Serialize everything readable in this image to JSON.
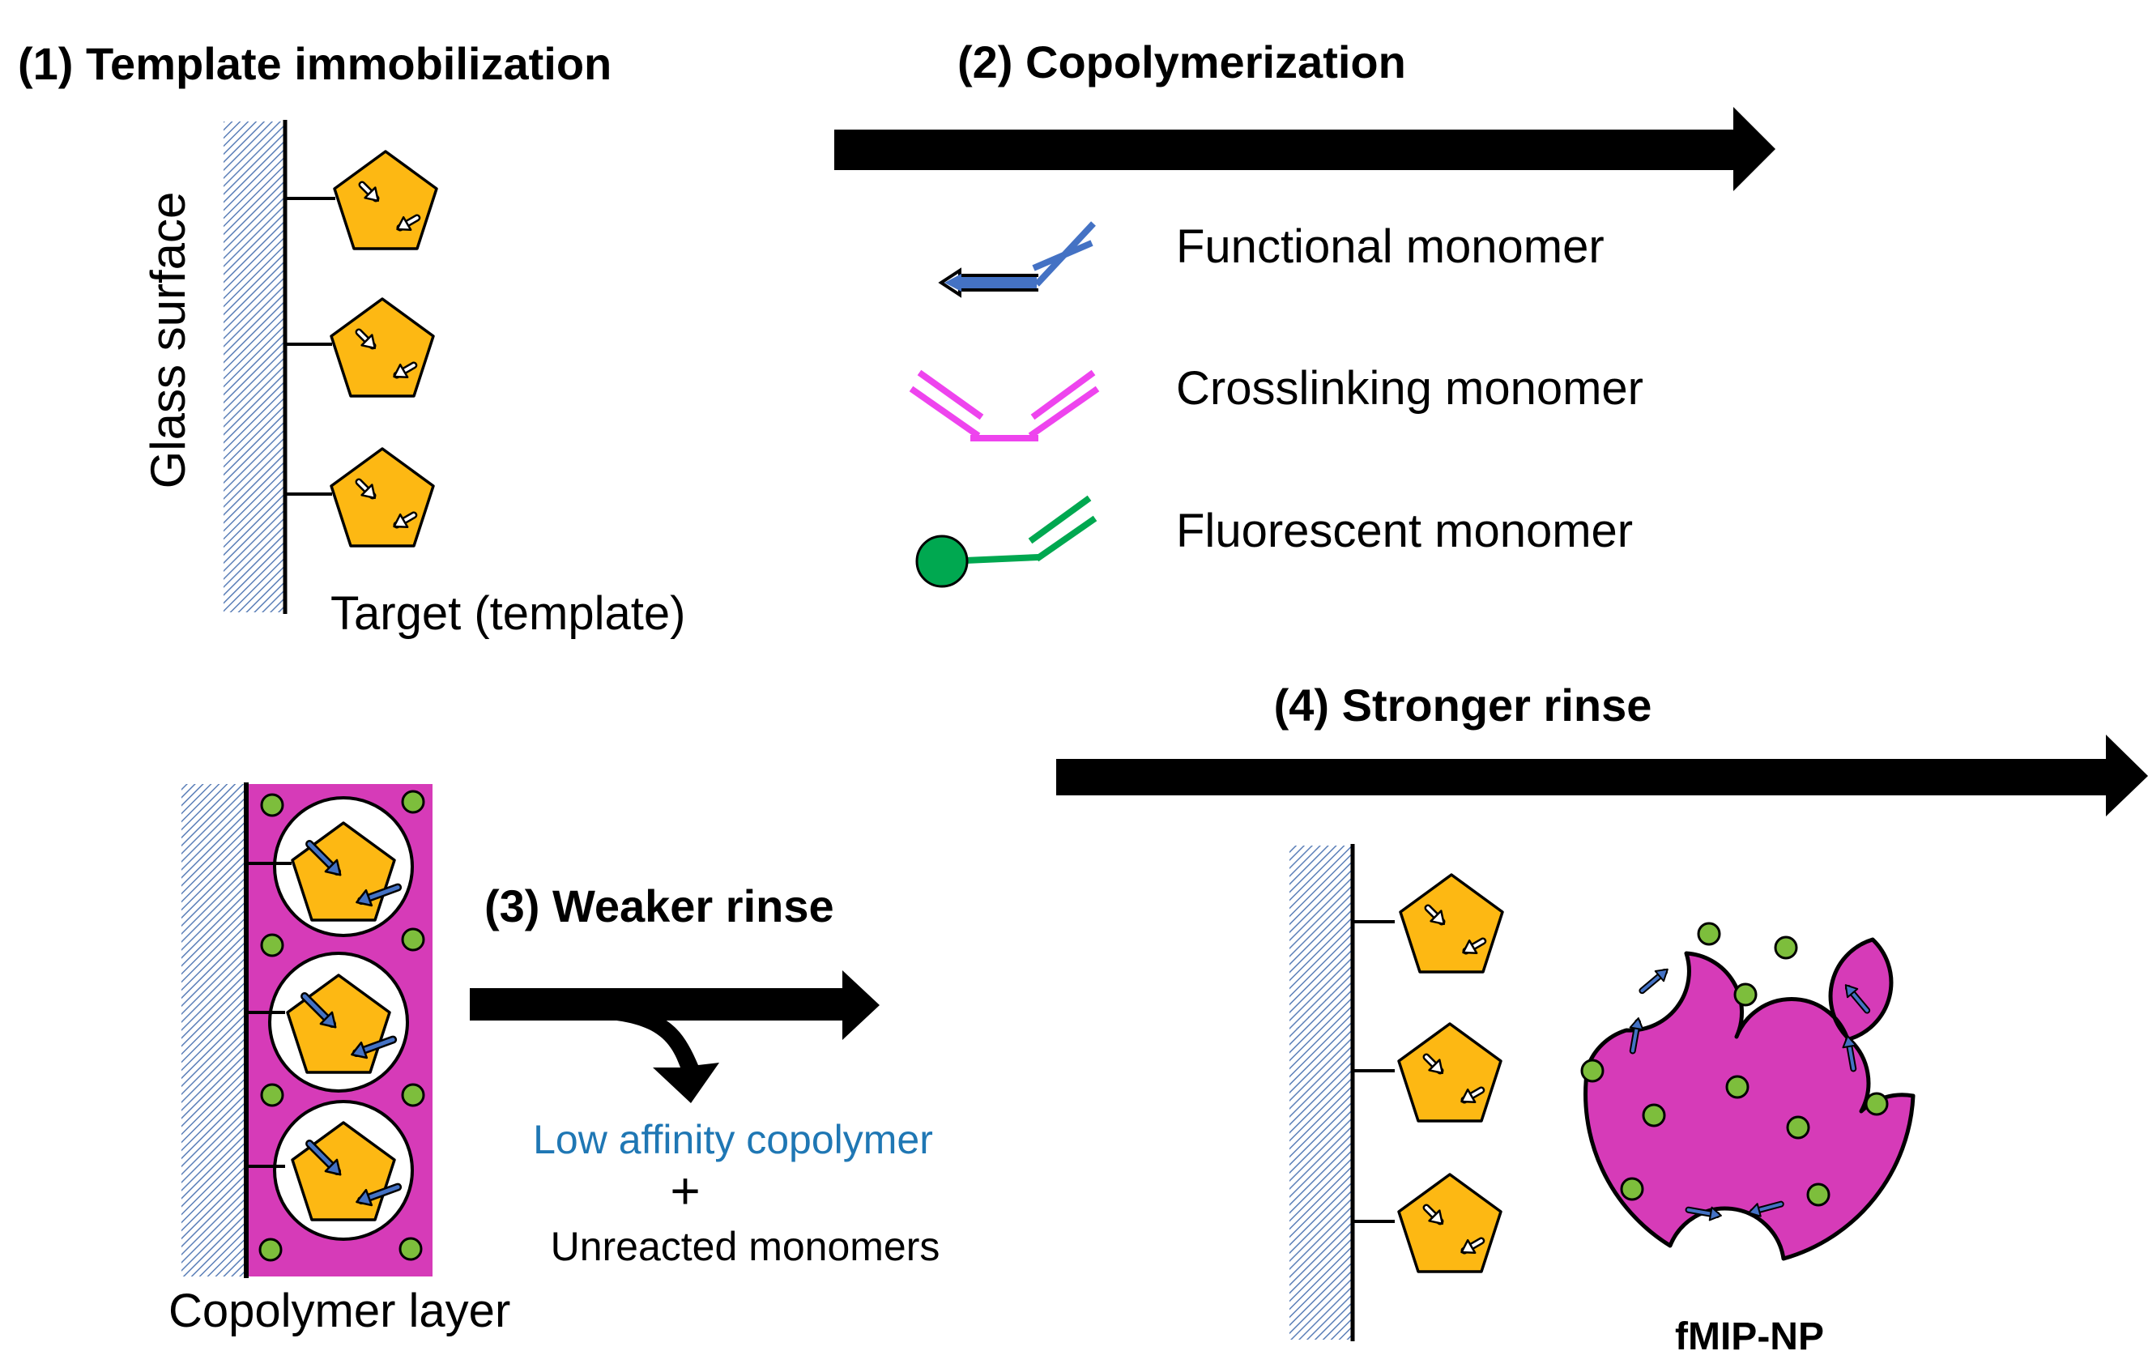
{
  "steps": {
    "step1": "(1) Template immobilization",
    "step2": "(2) Copolymerization",
    "step3": "(3) Weaker rinse",
    "step4": "(4) Stronger rinse"
  },
  "labels": {
    "glass_surface": "Glass surface",
    "target_template": "Target (template)",
    "copolymer_layer": "Copolymer layer",
    "low_affinity": "Low affinity copolymer",
    "plus": "+",
    "unreacted": "Unreacted monomers",
    "fmip_np": "fMIP-NP"
  },
  "legend": {
    "functional": "Functional monomer",
    "crosslinking": "Crosslinking monomer",
    "fluorescent": "Fluorescent monomer"
  },
  "colors": {
    "template": "#FDB813",
    "copolymer": "#D63BB8",
    "functional": "#4472C4",
    "crosslinker": "#EE44EE",
    "fluorescent": "#00A850",
    "fluor_dot": "#7DBE3C",
    "low_affinity_text": "#1f77b4",
    "glass": "#5B7FB8"
  },
  "icons": {
    "template": "pentagon-icon",
    "fluor_dot": "circle-icon",
    "arrow": "right-arrow-icon"
  }
}
